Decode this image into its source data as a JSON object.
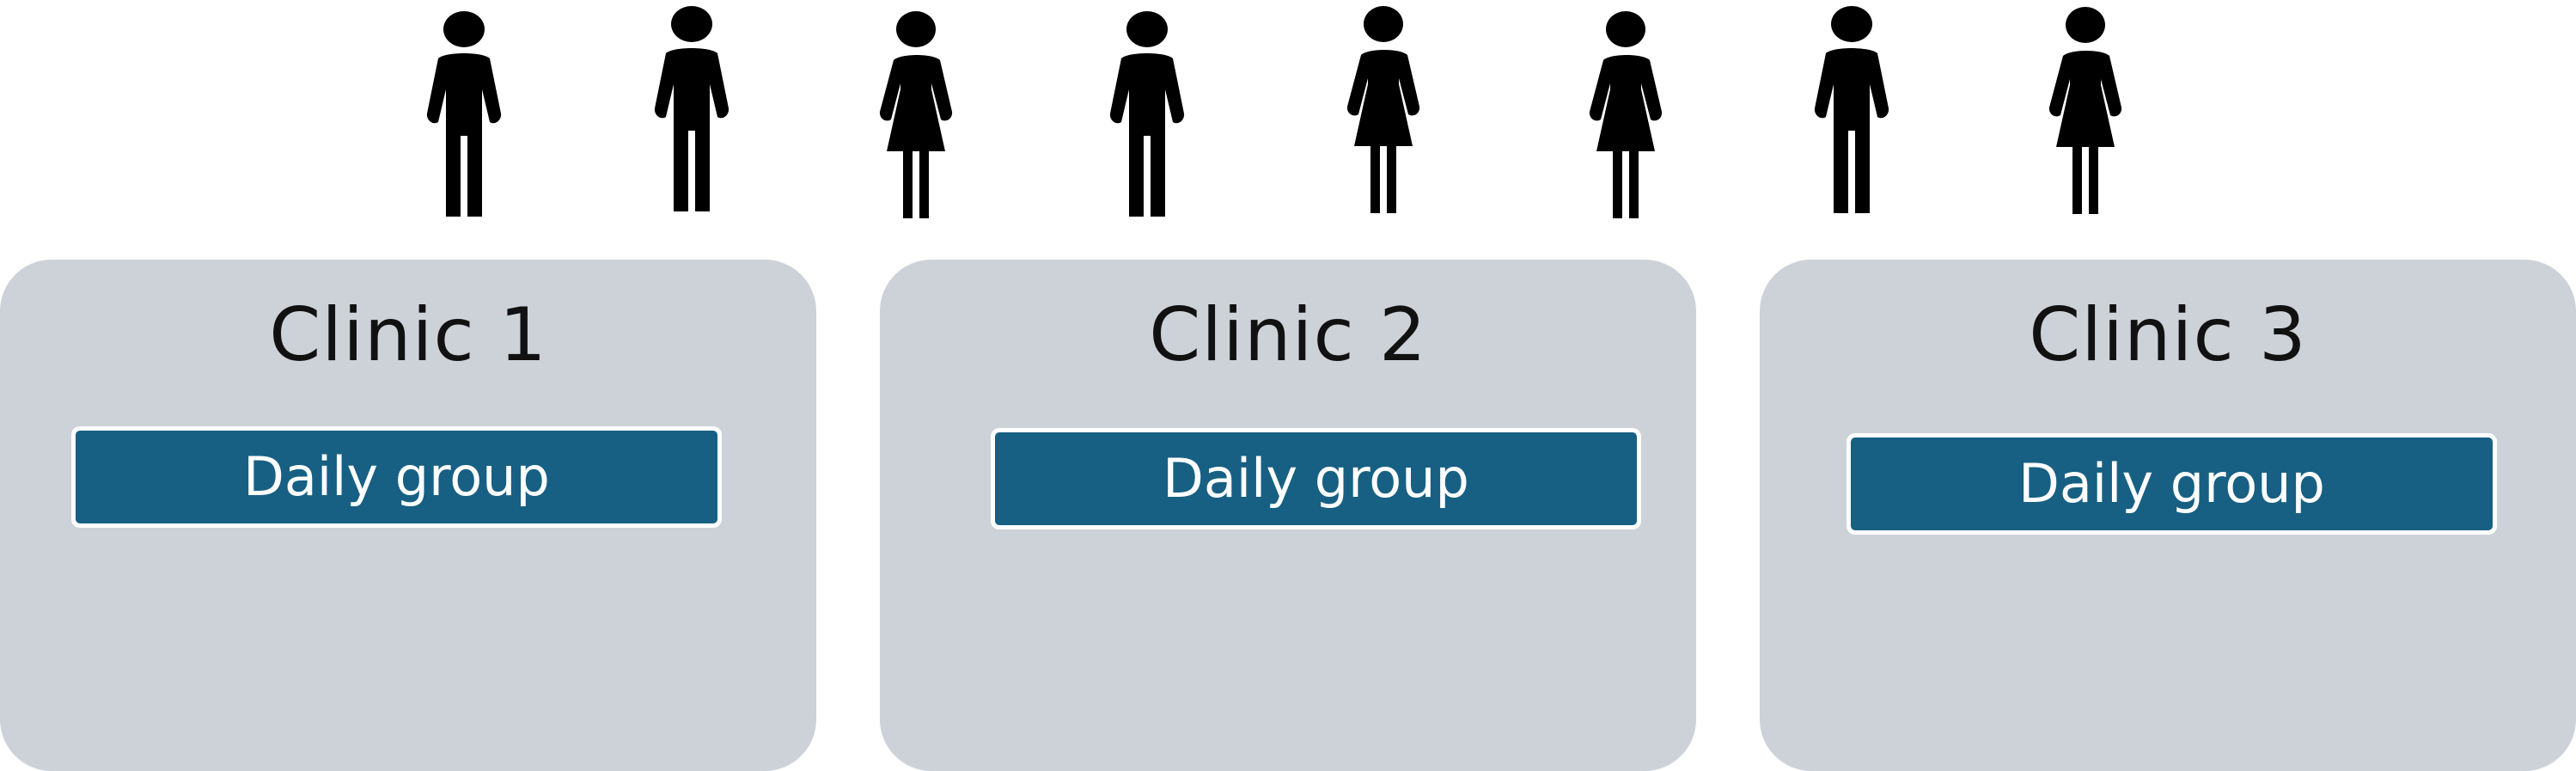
{
  "people": [
    {
      "gender": "male",
      "icon": "man-icon"
    },
    {
      "gender": "male",
      "icon": "man-icon"
    },
    {
      "gender": "female",
      "icon": "woman-icon"
    },
    {
      "gender": "male",
      "icon": "man-icon"
    },
    {
      "gender": "female",
      "icon": "woman-icon"
    },
    {
      "gender": "female",
      "icon": "woman-icon"
    },
    {
      "gender": "male",
      "icon": "man-icon"
    },
    {
      "gender": "female",
      "icon": "woman-icon"
    }
  ],
  "clinics": [
    {
      "title": "Clinic 1",
      "group_label": "Daily group"
    },
    {
      "title": "Clinic 2",
      "group_label": "Daily group"
    },
    {
      "title": "Clinic 3",
      "group_label": "Daily group"
    }
  ],
  "colors": {
    "clinic_background": "#cdd2d9",
    "group_button": "#176083",
    "icon": "#000000"
  }
}
